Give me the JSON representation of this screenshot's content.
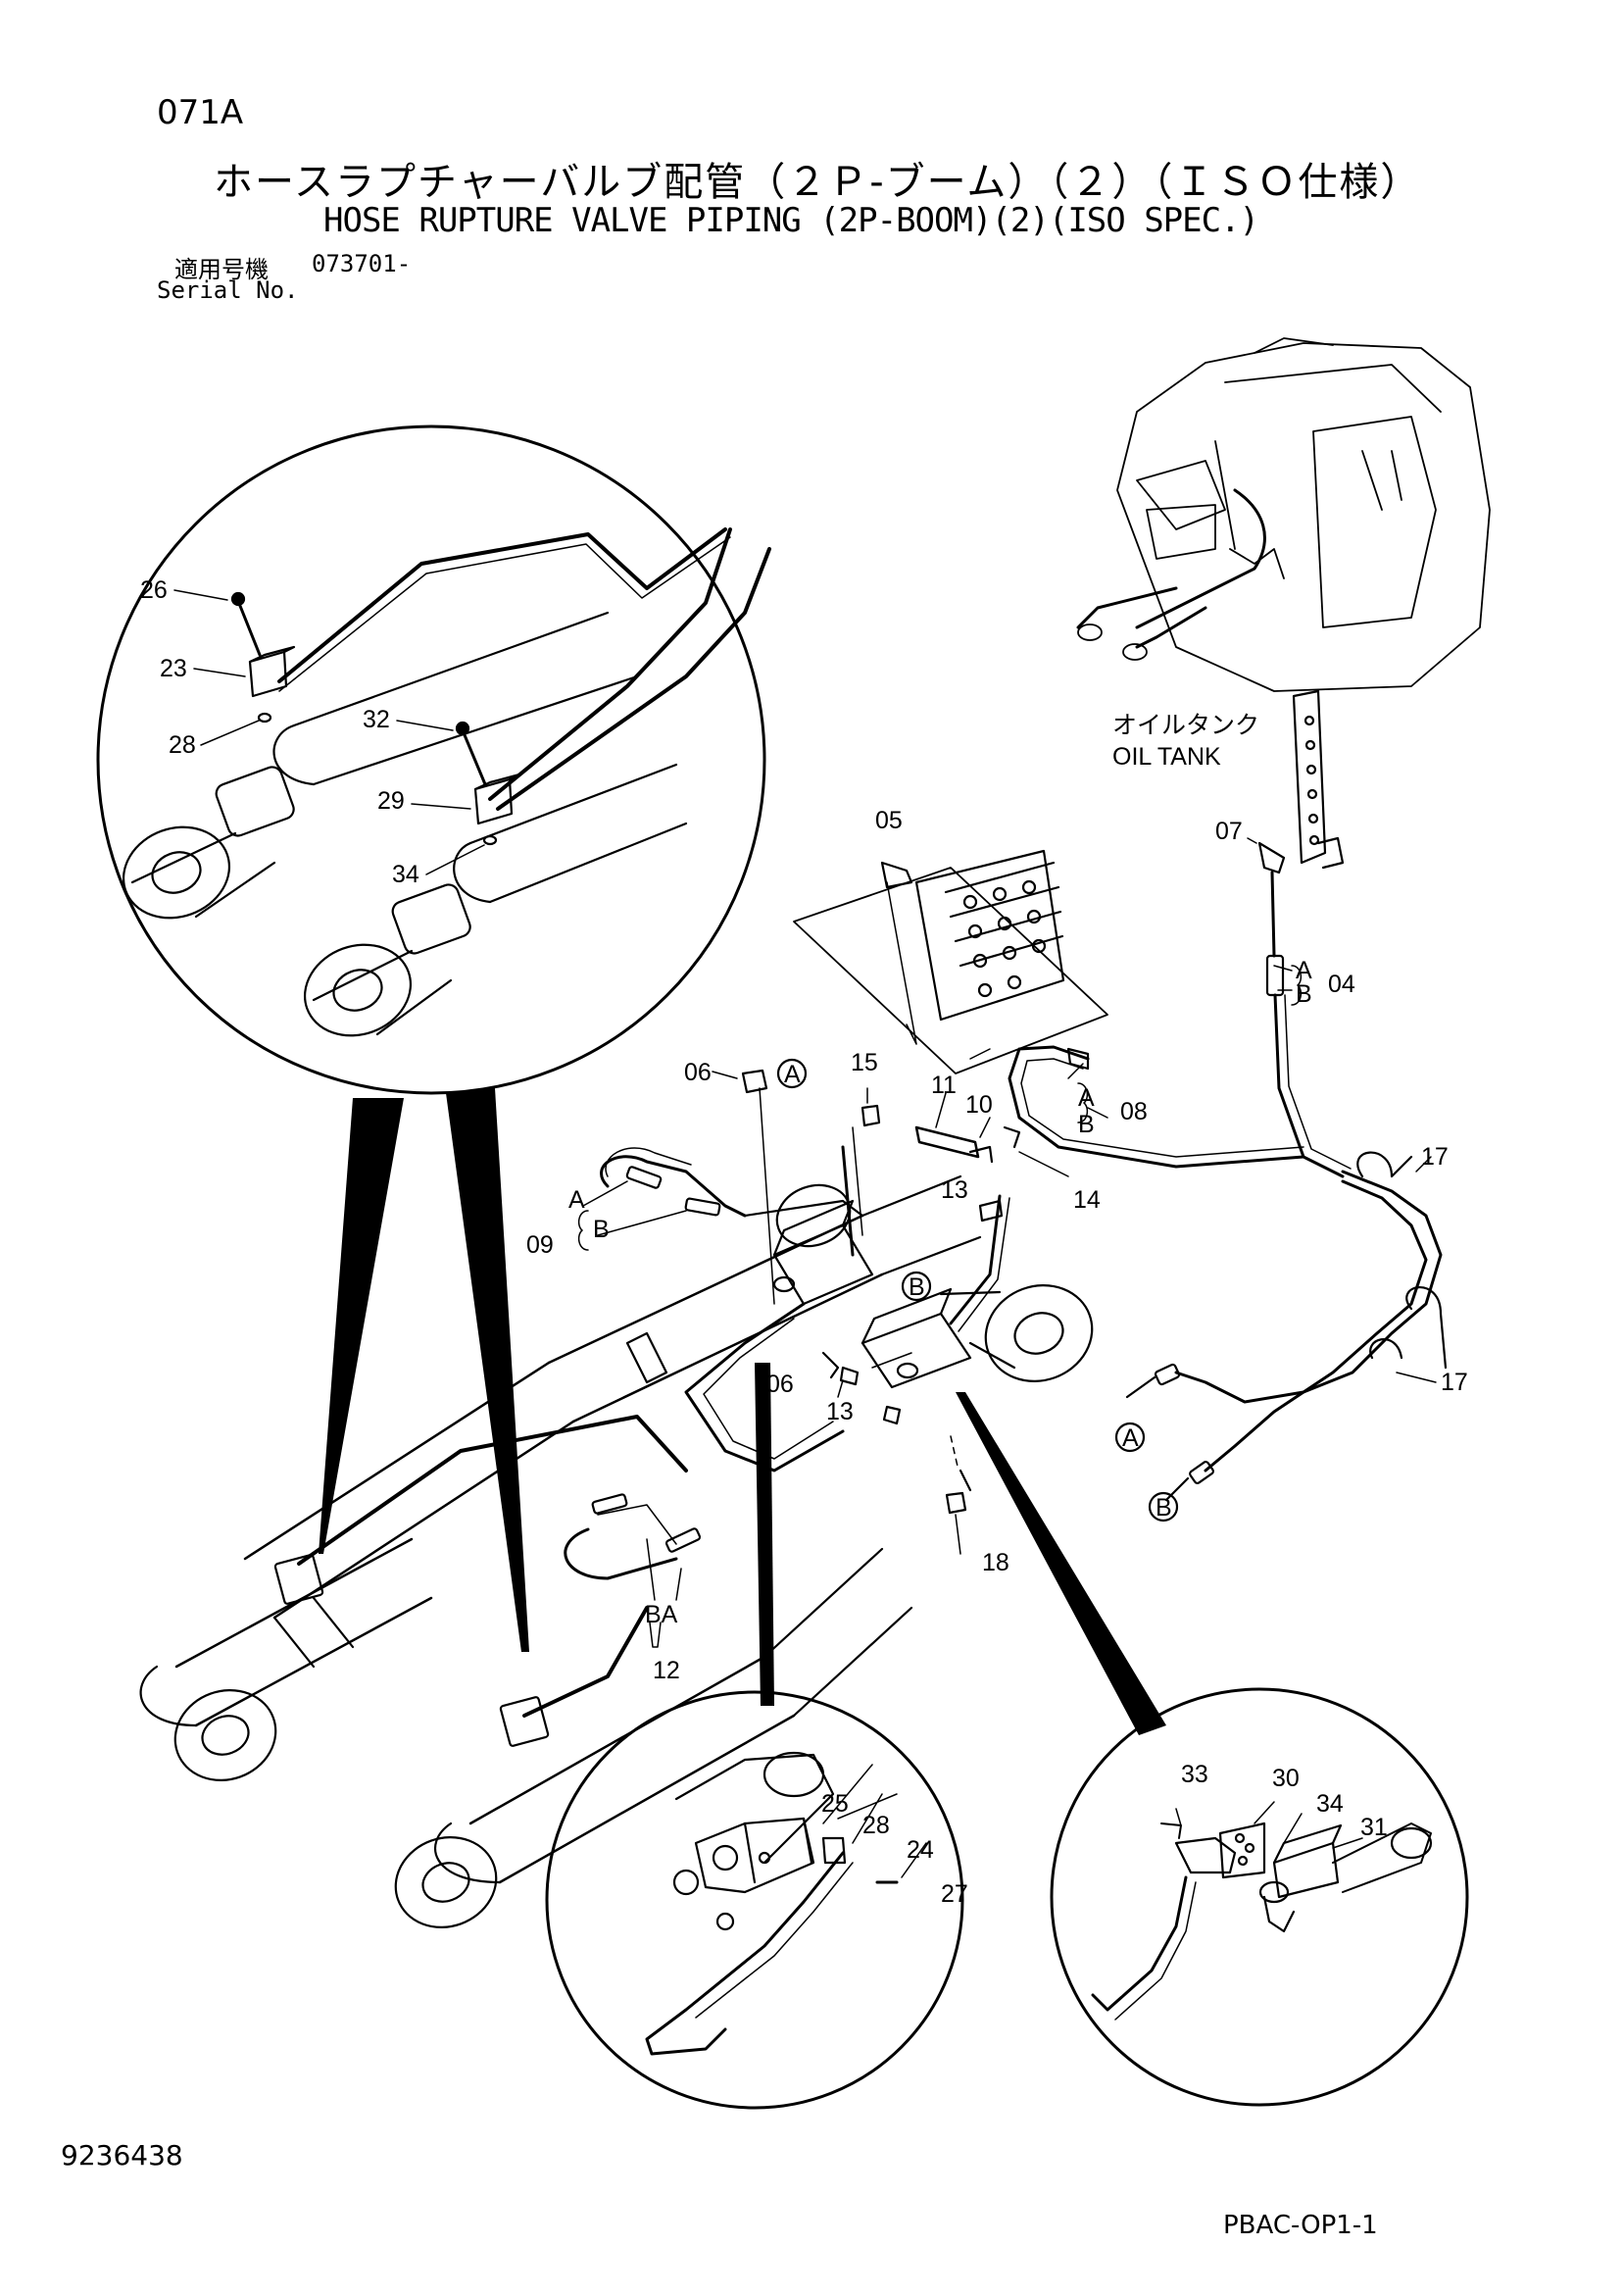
{
  "header": {
    "page_code": "071A",
    "title_jp": "ホースラプチャーバルブ配管（２Ｐ-ブーム）（２）（ＩＳＯ仕様）",
    "title_en": "HOSE RUPTURE VALVE PIPING (2P-BOOM)(2)(ISO SPEC.)",
    "serial_label_jp": "適用号機",
    "serial_value": "073701-",
    "serial_label_en": "Serial No."
  },
  "callouts": {
    "oil_tank_jp": "オイルタンク",
    "oil_tank_en": "OIL TANK",
    "p26": "26",
    "p23": "23",
    "p28": "28",
    "p32": "32",
    "p29": "29",
    "p34": "34",
    "p05": "05",
    "p07": "07",
    "p04": "04",
    "p04a": "A",
    "p04b": "B",
    "p06": "06",
    "p15": "15",
    "p11": "11",
    "p10": "10",
    "p08": "08",
    "p08a": "A",
    "p08b": "B",
    "p13": "13",
    "p14": "14",
    "p17a": "17",
    "p17b": "17",
    "p09": "09",
    "p09a": "A",
    "p09b": "B",
    "p06b": "06",
    "p13b": "13",
    "p18": "18",
    "p12": "12",
    "p12ba": "BA",
    "p25": "25",
    "p28b": "28",
    "p24": "24",
    "p27": "27",
    "p33": "33",
    "p30": "30",
    "p34b": "34",
    "p31": "31",
    "circle_a1": "A",
    "circle_b1": "B",
    "circle_a2": "A",
    "circle_b2": "B"
  },
  "footer": {
    "drawing_number": "9236438",
    "sheet_code": "PBAC-OP1-1"
  }
}
